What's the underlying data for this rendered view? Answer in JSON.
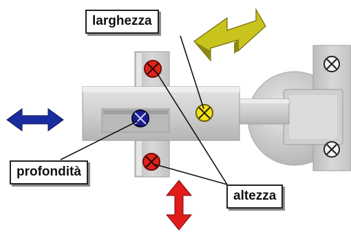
{
  "labels": {
    "width": "larghezza",
    "depth": "profondità",
    "height": "altezza"
  },
  "colors": {
    "width_screw": "#f0e21a",
    "depth_screw": "#1a1f8c",
    "height_screw": "#e2231a",
    "mount_screw": "#f2f2f2",
    "depth_arrow": "#1a2d9e",
    "height_arrow": "#e21b1b",
    "width_arrow": "#c9c31e",
    "metal": "#d6d6d6"
  },
  "icons": [
    "cross-screw-icon",
    "double-arrow-icon"
  ]
}
